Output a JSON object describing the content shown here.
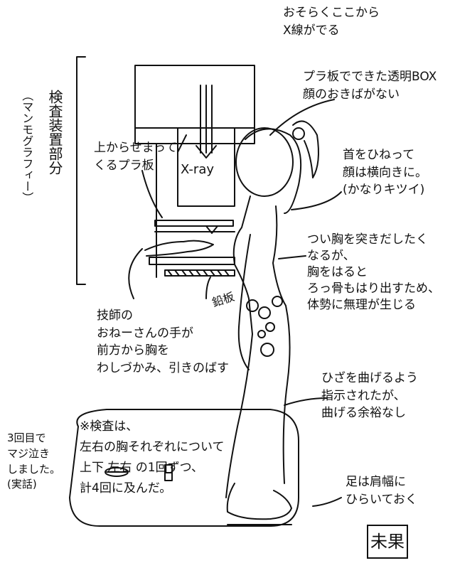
{
  "labels": {
    "x_ray_source": "おそらくここから\nX線がでる",
    "device_section": "検査装置部分",
    "device_section_note": "（マンモグラフィー）",
    "plastic_box": "プラ板でできた透明BOX\n顔のおきばがない",
    "upper_plate": "上からせまって\nくるプラ板",
    "xray": "X-ray",
    "neck": "首をひねって\n顔は横向きに。\n(かなりキツイ)",
    "chest": "つい胸を突きだしたく\nなるが、\n胸をはると\nろっ骨もはり出すため、\n体勢に無理が生じる",
    "lead_plate": "鉛板",
    "technician": "技師の\nおねーさんの手が\n前方から胸を\nわしづかみ、引きのばす",
    "knees": "ひざを曲げるよう\n指示されたが、\n曲げる余裕なし",
    "exam_note": "※検査は、\n左右の胸それぞれについて\n上下      左右      の1回ずつ、\n計4回に及んだ。",
    "cried": "3回目で\nマジ泣き\nしました。\n(実話)",
    "feet": "足は肩幅に\nひらいておく",
    "signature": "未果"
  },
  "icons": [
    "eye-horizontal-icon",
    "eye-vertical-icon"
  ]
}
